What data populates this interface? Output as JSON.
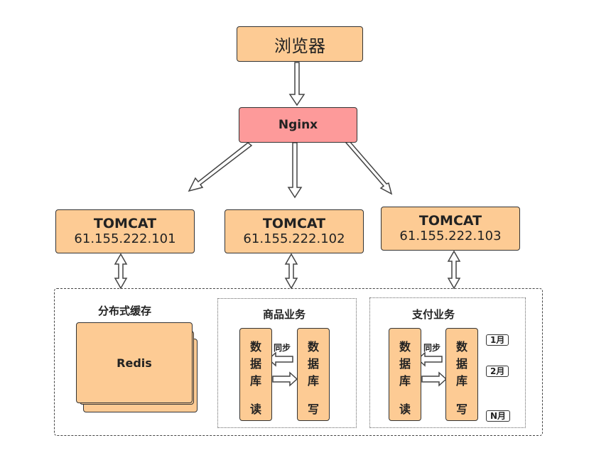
{
  "browser": {
    "label": "浏览器"
  },
  "nginx": {
    "label": "Nginx"
  },
  "tomcats": [
    {
      "title": "TOMCAT",
      "ip": "61.155.222.101"
    },
    {
      "title": "TOMCAT",
      "ip": "61.155.222.102"
    },
    {
      "title": "TOMCAT",
      "ip": "61.155.222.103"
    }
  ],
  "cache": {
    "title": "分布式缓存",
    "redis_label": "Redis"
  },
  "goods": {
    "title": "商品业务",
    "read_db": [
      "数",
      "据",
      "库",
      "读"
    ],
    "write_db": [
      "数",
      "据",
      "库",
      "写"
    ],
    "sync_label": "同步"
  },
  "payment": {
    "title": "支付业务",
    "read_db": [
      "数",
      "据",
      "库",
      "读"
    ],
    "write_db": [
      "数",
      "据",
      "库",
      "写"
    ],
    "sync_label": "同步",
    "months": [
      "1月",
      "2月",
      "N月"
    ]
  },
  "colors": {
    "node_fill": "#fdcb94",
    "nginx_fill": "#fd9a9a"
  }
}
